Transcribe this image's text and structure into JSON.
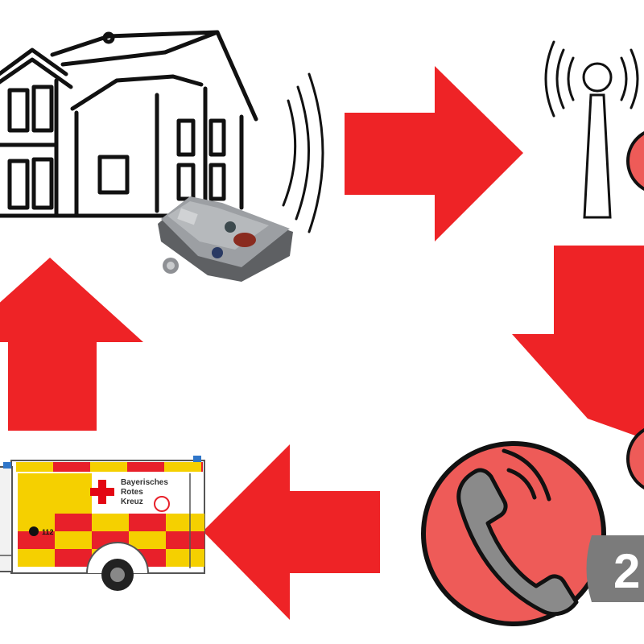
{
  "colors": {
    "arrow": "#ee2326",
    "circle_fill": "#ee5b58",
    "circle_stroke": "#111111",
    "line": "#111111",
    "handset": "#8a8a8a",
    "badge": "#7b7b7b",
    "cross": "#e30613",
    "ambulance_yellow": "#f5d000",
    "ambulance_red": "#e8202a"
  },
  "ambulance": {
    "org_line1": "Bayerisches",
    "org_line2": "Rotes",
    "org_line3": "Kreuz",
    "phone_number": "112"
  },
  "call_center": {
    "badge_text": "2"
  },
  "icons": {
    "house": "house-icon",
    "base_station": "alarm-base-station-icon",
    "pendant": "emergency-pendant-icon",
    "antenna": "radio-antenna-icon",
    "phone": "phone-handset-icon",
    "ambulance": "ambulance-icon"
  }
}
